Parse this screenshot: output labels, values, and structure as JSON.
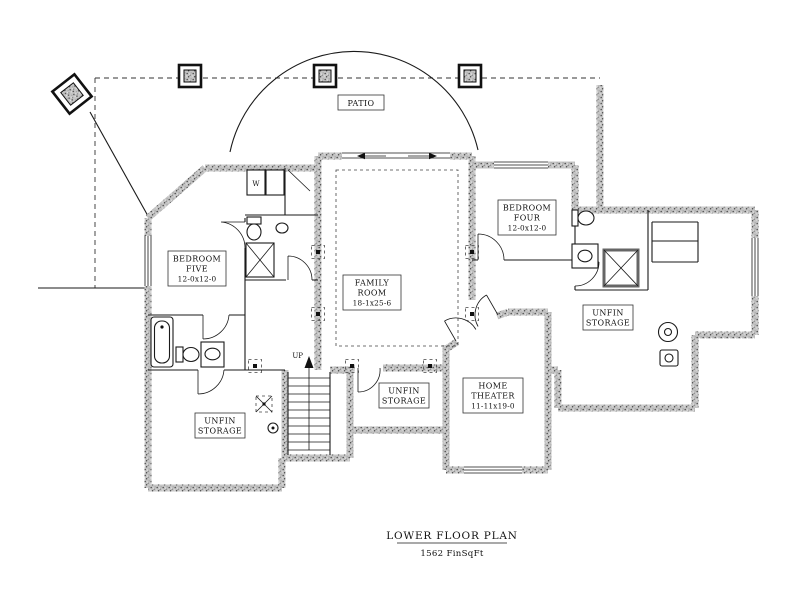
{
  "plan": {
    "title": "LOWER FLOOR PLAN",
    "area": "1562 FinSqFt",
    "patio": "PATIO",
    "up": "UP",
    "washer": "W",
    "rooms": {
      "bedroom_five": {
        "lines": [
          "BEDROOM",
          "FIVE",
          "12-0x12-0"
        ]
      },
      "bedroom_four": {
        "lines": [
          "BEDROOM",
          "FOUR",
          "12-0x12-0"
        ]
      },
      "family_room": {
        "lines": [
          "FAMILY",
          "ROOM",
          "18-1x25-6"
        ]
      },
      "home_theater": {
        "lines": [
          "HOME",
          "THEATER",
          "11-11x19-0"
        ]
      },
      "unfin_storage_left": {
        "lines": [
          "UNFIN",
          "STORAGE"
        ]
      },
      "unfin_storage_center": {
        "lines": [
          "UNFIN",
          "STORAGE"
        ]
      },
      "unfin_storage_right": {
        "lines": [
          "UNFIN",
          "STORAGE"
        ]
      }
    },
    "colors": {
      "line": "#1a1a1a",
      "wall_fill": "#c4c4c4",
      "background": "#ffffff"
    }
  }
}
